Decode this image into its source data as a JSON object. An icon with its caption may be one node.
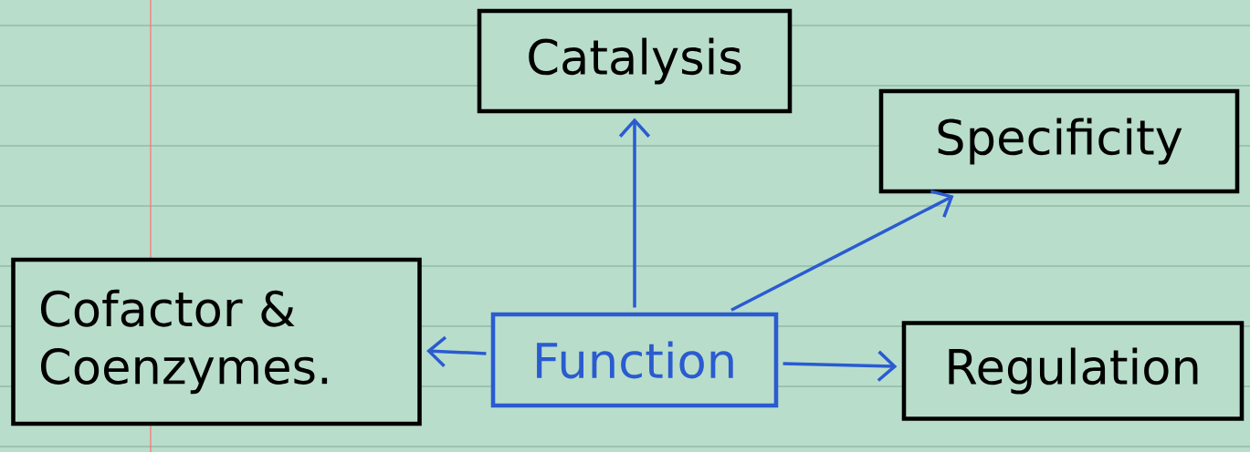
{
  "diagram": {
    "nodes": [
      {
        "text": [
          "Catalysis"
        ]
      },
      {
        "text": [
          "Specificity"
        ]
      },
      {
        "text": [
          "Cofactor & Coenzymes."
        ]
      },
      {
        "text": [
          "Function"
        ]
      },
      {
        "text": [
          "Regulation"
        ]
      }
    ],
    "edges": [
      {
        "from": 3,
        "to": 0,
        "arrow": "to"
      },
      {
        "from": 3,
        "to": 1,
        "arrow": "to"
      },
      {
        "from": 3,
        "to": 2,
        "arrow": "to"
      },
      {
        "from": 3,
        "to": 4,
        "arrow": "to"
      }
    ]
  }
}
